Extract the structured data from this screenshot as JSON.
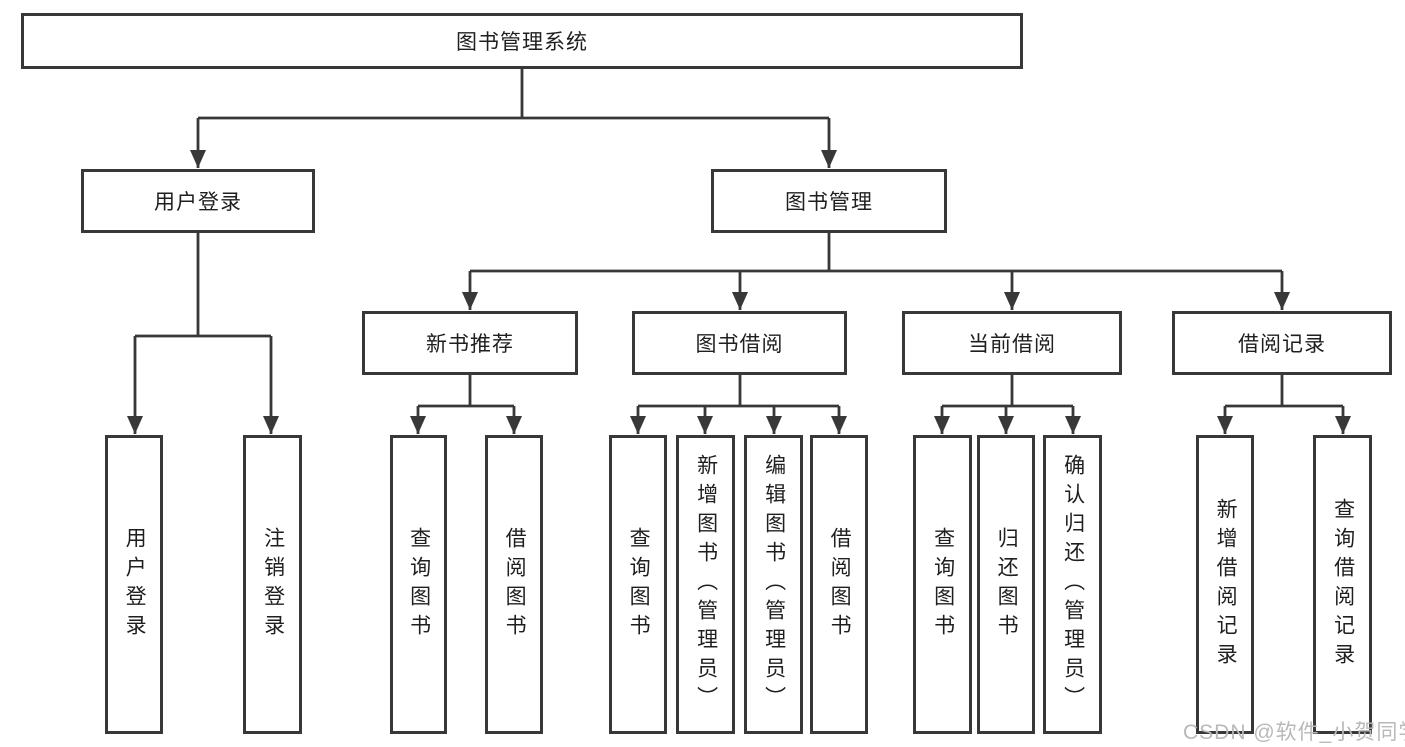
{
  "root_label": "图书管理系统",
  "level2": [
    {
      "label": "用户登录",
      "children": [
        {
          "label": "用户登录"
        },
        {
          "label": "注销登录"
        }
      ]
    },
    {
      "label": "图书管理",
      "children": [
        {
          "label": "新书推荐",
          "children": [
            {
              "label": "查询图书"
            },
            {
              "label": "借阅图书"
            }
          ]
        },
        {
          "label": "图书借阅",
          "children": [
            {
              "label": "查询图书"
            },
            {
              "label": "新增图书（管理员）"
            },
            {
              "label": "编辑图书（管理员）"
            },
            {
              "label": "借阅图书"
            }
          ]
        },
        {
          "label": "当前借阅",
          "children": [
            {
              "label": "查询图书"
            },
            {
              "label": "归还图书"
            },
            {
              "label": "确认归还（管理员）"
            }
          ]
        },
        {
          "label": "借阅记录",
          "children": [
            {
              "label": "新增借阅记录"
            },
            {
              "label": "查询借阅记录"
            }
          ]
        }
      ]
    }
  ],
  "watermark": {
    "text": "CSDN @软件_小贺同学"
  },
  "colors": {
    "line": "#383838",
    "box_border": "#383838",
    "text": "#1f1f1f",
    "watermark": "#b9b9b9",
    "background": "#ffffff"
  }
}
